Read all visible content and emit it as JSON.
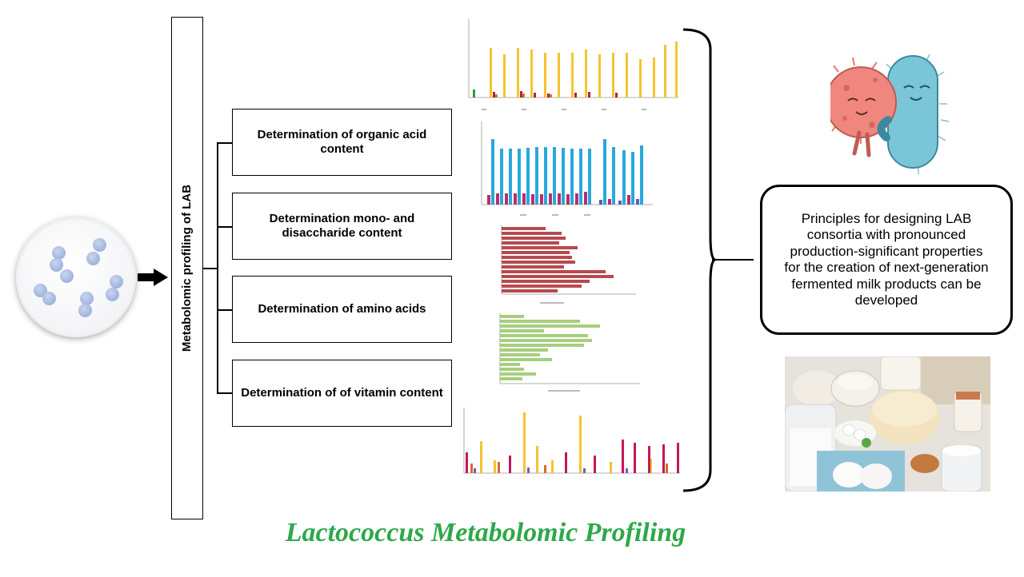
{
  "vertical_label": "Metabolomic profiling of LAB",
  "steps": [
    {
      "label": "Determination of organic acid content"
    },
    {
      "label": "Determination mono- and disaccharide content"
    },
    {
      "label": "Determination of amino acids"
    },
    {
      "label": "Determination of of vitamin content"
    }
  ],
  "result_text": "Principles for designing LAB consortia with pronounced production-significant properties for the creation of next-generation fermented milk products can be developed",
  "footer_title": "Lactococcus Metabolomic Profiling",
  "colors": {
    "title_green": "#2ea84a",
    "acid_yellow": "#f4c430",
    "sugar_blue": "#29a8dd",
    "amino_red": "#b64a4f",
    "amino_green": "#a6ce7e",
    "vitamin_magenta": "#c2185b"
  },
  "icons": [
    "petri-dish-icon",
    "arrow-right-icon",
    "curly-brace-icon",
    "bacteria-hug-icon",
    "dairy-products-photo"
  ]
}
